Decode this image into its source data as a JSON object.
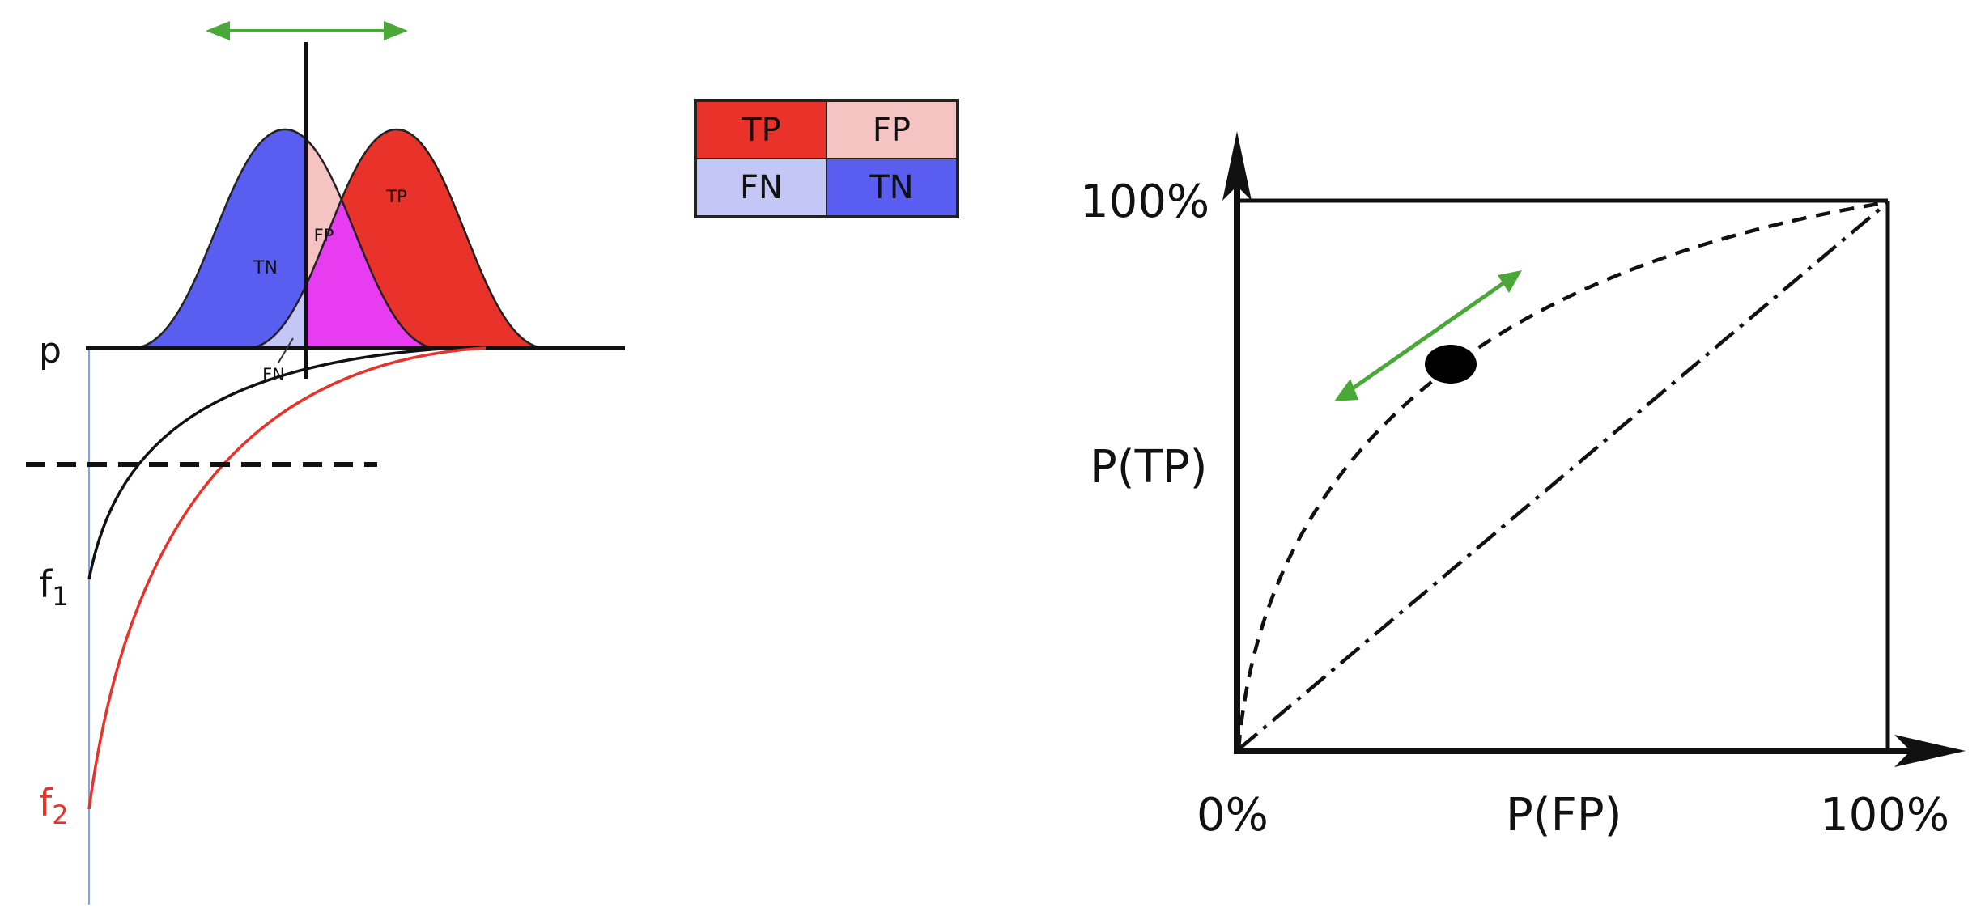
{
  "left_diagram": {
    "p_label": "p",
    "f1_label": "f",
    "f1_subscript": "1",
    "f2_label": "f",
    "f2_subscript": "2",
    "region_TN": "TN",
    "region_FP": "FP",
    "region_TP": "TP",
    "region_FN": "FN",
    "colors": {
      "negative_blue": "#5a5ef0",
      "positive_red": "#e8322a",
      "fp_pink": "#f6c3c3",
      "fn_lavender": "#c4c6f5",
      "overlap_magenta": "#e83cf0",
      "arrow_green": "#4aa838",
      "f2_red": "#e8322a",
      "axis_blue": "#7fa2e8"
    }
  },
  "confusion_table": {
    "cells": [
      {
        "label": "TP",
        "color": "#e8322a"
      },
      {
        "label": "FP",
        "color": "#f6c3c3"
      },
      {
        "label": "FN",
        "color": "#c4c6f5"
      },
      {
        "label": "TN",
        "color": "#5a5ef0"
      }
    ]
  },
  "roc": {
    "y_max_label": "100%",
    "y_axis_label": "P(TP)",
    "x_min_label": "0%",
    "x_axis_label": "P(FP)",
    "x_max_label": "100%"
  }
}
